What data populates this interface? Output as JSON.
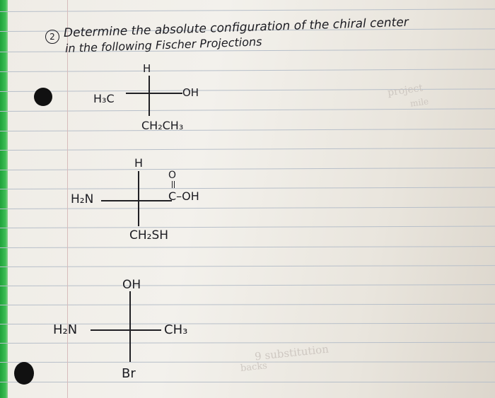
{
  "question": {
    "number": "2",
    "line1": "Determine the absolute configuration of the chiral center",
    "line2": "in the following Fischer Projections"
  },
  "projection_1": {
    "top": "H",
    "left": "H₃C",
    "right": "OH",
    "bottom": "CH₂CH₃"
  },
  "projection_2": {
    "top": "H",
    "left": "H₂N",
    "right_carbonyl_o": "O",
    "right": "C–OH",
    "bottom": "CH₂SH"
  },
  "projection_3": {
    "top": "OH",
    "left": "H₂N",
    "right": "CH₃",
    "bottom": "Br"
  },
  "bleed_through": {
    "top_right": "project",
    "top_right_2": "mile",
    "bottom_right": "9 substitution",
    "bottom_right_2": "backs"
  }
}
